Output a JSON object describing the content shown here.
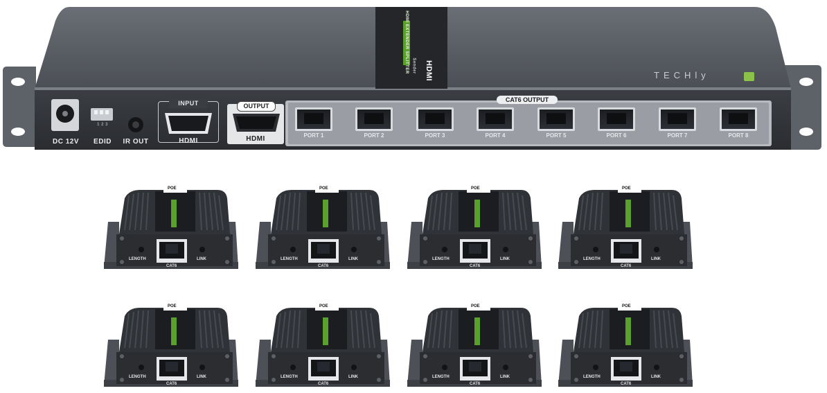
{
  "splitter": {
    "brand": "TECHly",
    "panel_logo": "HDMI",
    "panel_text": "HDMI EXTENDER SPLITTER",
    "panel_subtext": "Sender",
    "labels": {
      "dc": "DC 12V",
      "edid": "EDID",
      "edid_switch": "1 2 3",
      "ir_out": "IR OUT",
      "input": "INPUT",
      "input_hdmi": "HDMI",
      "output": "OUTPUT",
      "output_hdmi": "HDMI",
      "cat6_output": "CAT6 OUTPUT"
    },
    "ports": [
      "PORT 1",
      "PORT 2",
      "PORT 3",
      "PORT 4",
      "PORT 5",
      "PORT 6",
      "PORT 7",
      "PORT 8"
    ],
    "colors": {
      "body": "#4a4d53",
      "panel": "#2f3236",
      "accent": "#8bc34a"
    }
  },
  "receiver": {
    "top_label": "POE",
    "length": "LENGTH",
    "port": "CAT6",
    "link": "LINK"
  },
  "receivers": [
    {
      "id": "r1"
    },
    {
      "id": "r2"
    },
    {
      "id": "r3"
    },
    {
      "id": "r4"
    },
    {
      "id": "r5"
    },
    {
      "id": "r6"
    },
    {
      "id": "r7"
    },
    {
      "id": "r8"
    }
  ]
}
